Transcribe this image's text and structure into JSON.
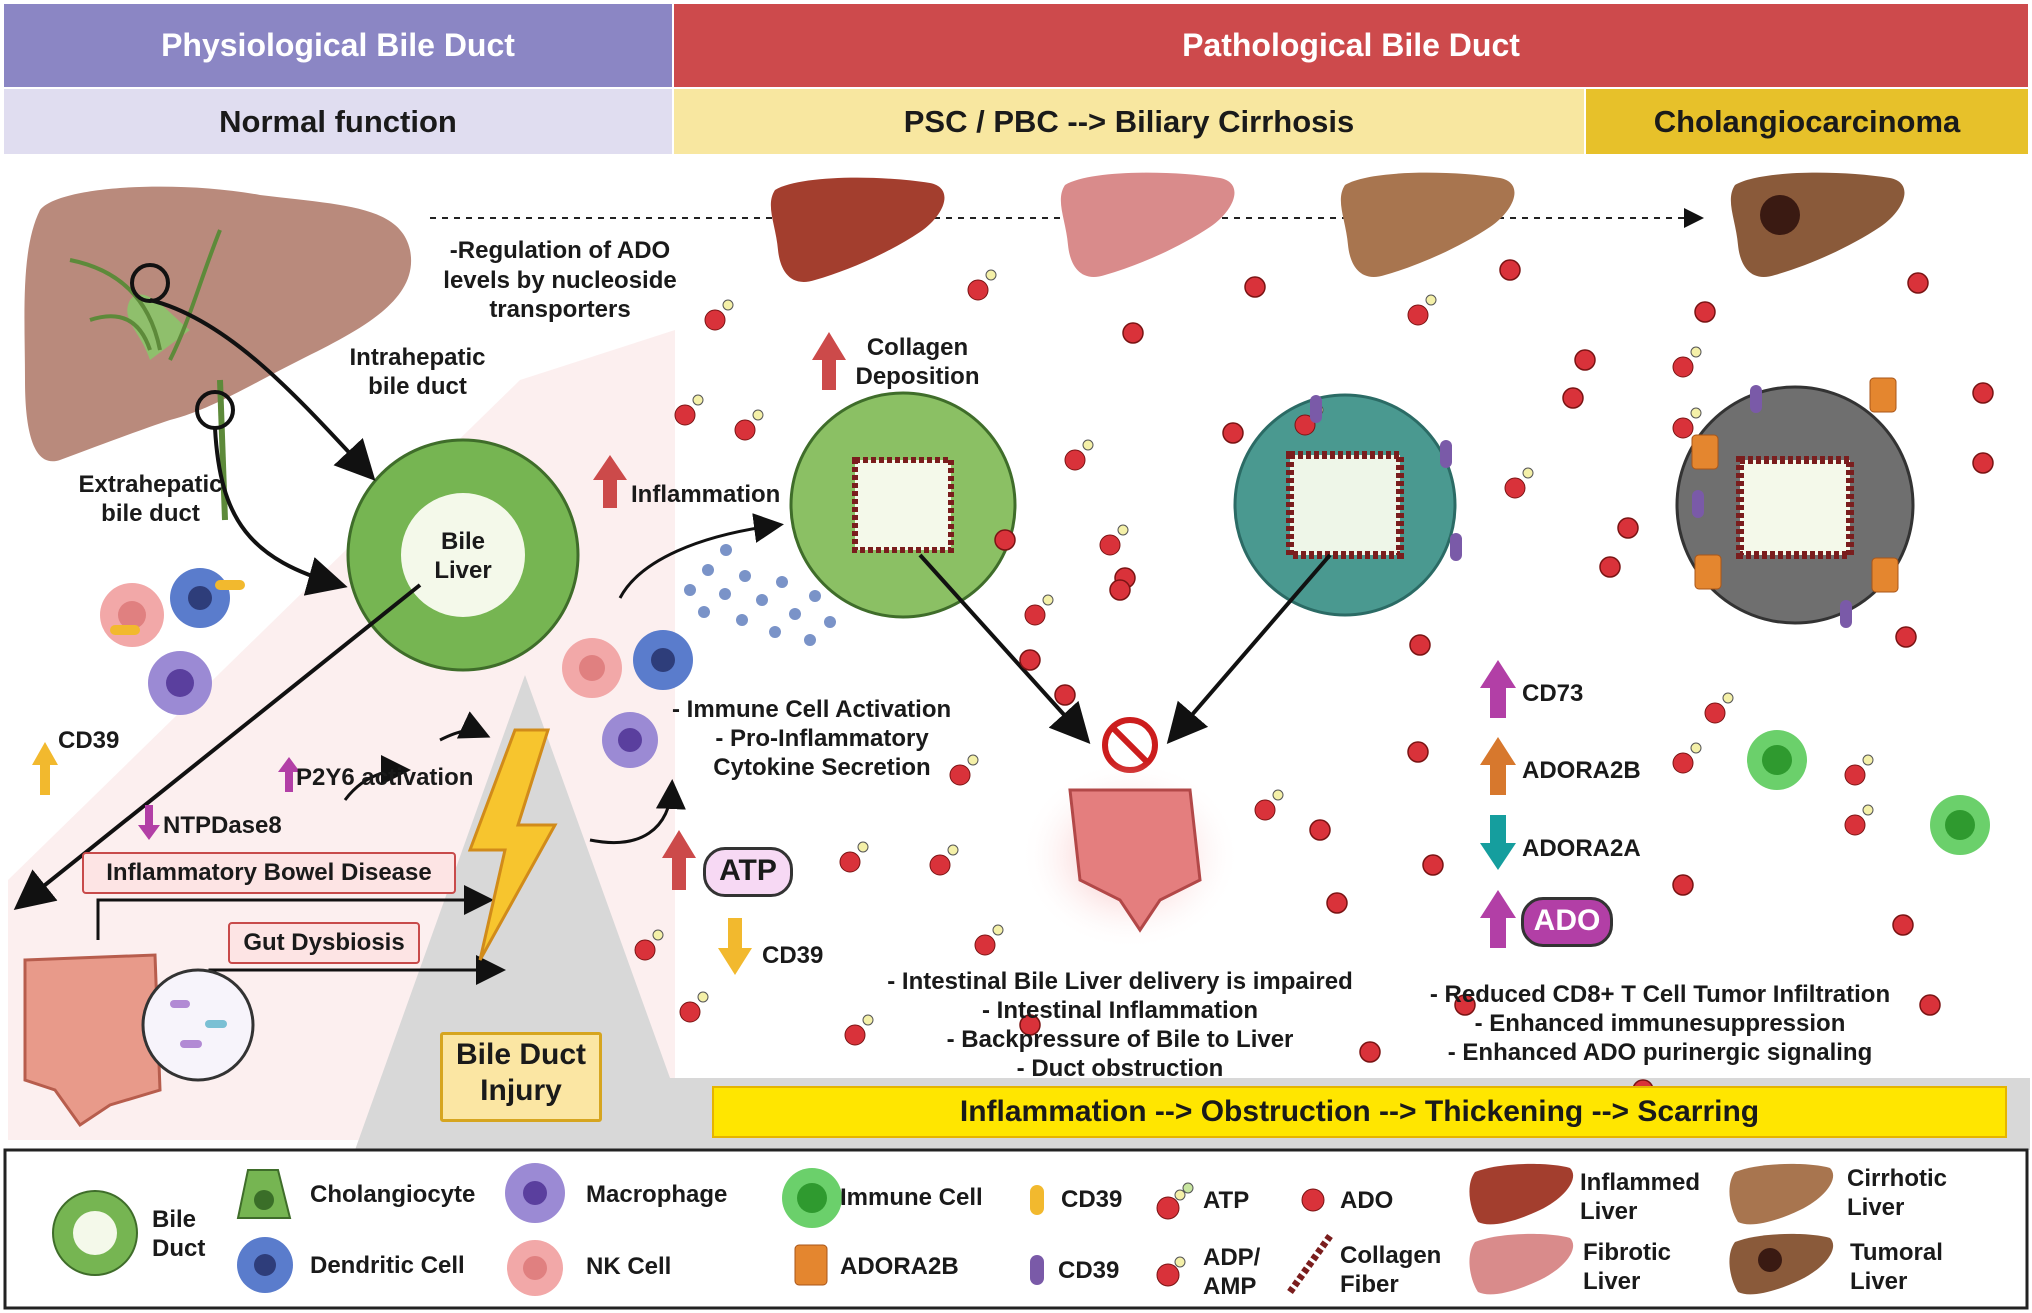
{
  "header": {
    "physiological": "Physiological Bile Duct",
    "pathological": "Pathological Bile Duct",
    "normal_function": "Normal function",
    "psc_pbc": "PSC / PBC --> Biliary Cirrhosis",
    "cholangiocarcinoma": "Cholangiocarcinoma"
  },
  "physiological": {
    "regulation_text": [
      "-Regulation of ADO",
      "levels by nucleoside",
      "transporters"
    ],
    "intrahepatic": [
      "Intrahepatic",
      "bile duct"
    ],
    "extrahepatic": [
      "Extrahepatic",
      "bile duct"
    ],
    "bile_liver": [
      "Bile",
      "Liver"
    ],
    "cd39_up": "CD39",
    "ntpdase8": "NTPDase8",
    "p2y6": "P2Y6 activation",
    "ibd": "Inflammatory Bowel Disease",
    "gut_dysbiosis": "Gut Dysbiosis",
    "bile_duct_injury": [
      "Bile Duct",
      "Injury"
    ]
  },
  "pathological": {
    "collagen": [
      "Collagen",
      "Deposition"
    ],
    "inflammation": "Inflammation",
    "immune_activation": [
      "- Immune Cell Activation",
      "- Pro-Inflammatory",
      "Cytokine Secretion"
    ],
    "atp": "ATP",
    "cd39_down": "CD39",
    "intestinal_effects": [
      "- Intestinal Bile Liver delivery is impaired",
      "- Intestinal Inflammation",
      "- Backpressure of Bile to Liver",
      "- Duct obstruction"
    ],
    "cd73": "CD73",
    "adora2b": "ADORA2B",
    "adora2a": "ADORA2A",
    "ado": "ADO",
    "tumor_effects": [
      "- Reduced CD8+ T Cell Tumor Infiltration",
      "- Enhanced immunesuppression",
      "- Enhanced ADO purinergic signaling"
    ],
    "progression_banner": "Inflammation --> Obstruction --> Thickening --> Scarring"
  },
  "legend": {
    "bile_duct": [
      "Bile",
      "Duct"
    ],
    "cholangiocyte": "Cholangiocyte",
    "dendritic_cell": "Dendritic Cell",
    "macrophage": "Macrophage",
    "nk_cell": "NK Cell",
    "immune_cell": "Immune Cell",
    "adora2b": "ADORA2B",
    "cd39_yellow": "CD39",
    "cd39_purple": "CD39",
    "atp": "ATP",
    "adp_amp": [
      "ADP/",
      "AMP"
    ],
    "ado": "ADO",
    "collagen_fiber": [
      "Collagen",
      "Fiber"
    ],
    "inflamed_liver": [
      "Inflammed",
      "Liver"
    ],
    "fibrotic_liver": [
      "Fibrotic",
      "Liver"
    ],
    "cirrhotic_liver": [
      "Cirrhotic",
      "Liver"
    ],
    "tumoral_liver": [
      "Tumoral",
      "Liver"
    ]
  },
  "colors": {
    "physiological_header": "#8b86c4",
    "pathological_header": "#cd4a4c",
    "normal_bar": "#e0ddf0",
    "psc_bar": "#f8e7a0",
    "cholangio_bar": "#e7c12a",
    "banner": "#ffe600",
    "arrow_red": "#cc4a4a",
    "arrow_yellow": "#f2b92e",
    "arrow_purple": "#b23fa6",
    "arrow_orange": "#d7782d",
    "arrow_teal": "#159e9e",
    "ado_red": "#d9323a",
    "cell_green": "#76b552",
    "cell_teal": "#4a9990"
  },
  "icons": [
    "liver-icon",
    "bile-duct-icon",
    "intestine-icon",
    "lightning-icon",
    "no-entry-icon",
    "macrophage-icon",
    "dendritic-cell-icon",
    "nk-cell-icon",
    "immune-cell-icon",
    "ado-molecule-icon",
    "atp-molecule-icon",
    "collagen-fiber-icon",
    "adora2b-receptor-icon"
  ]
}
